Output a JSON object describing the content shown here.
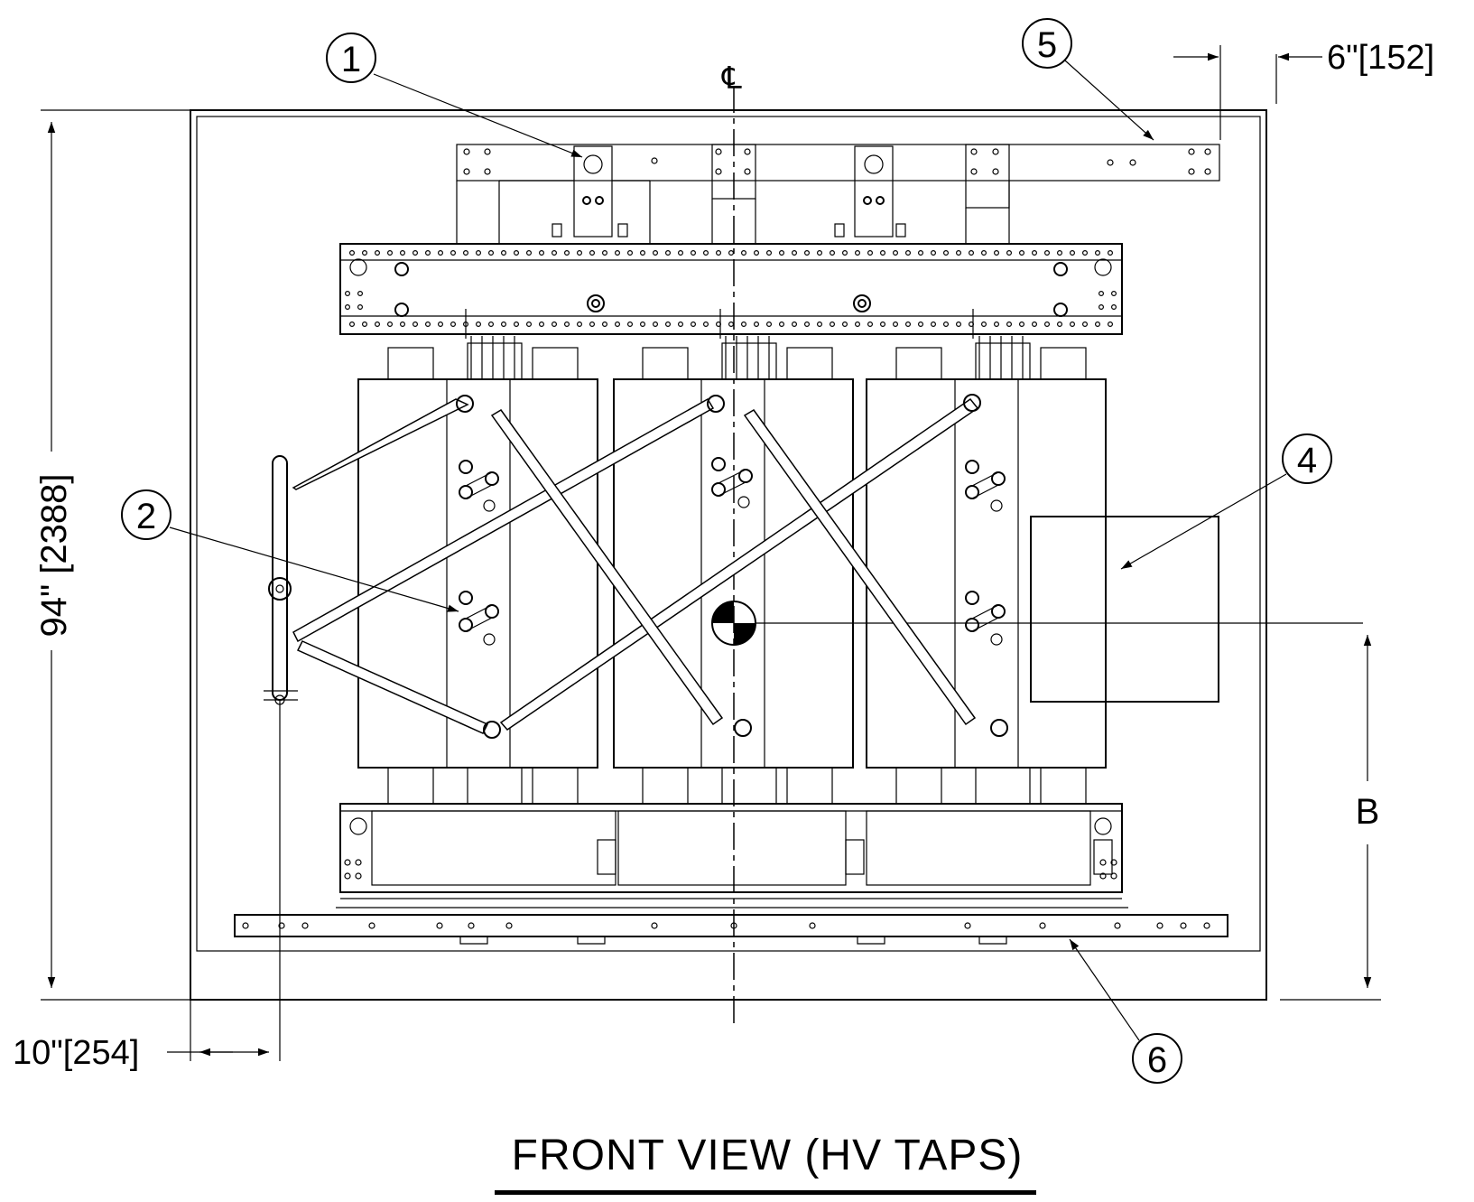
{
  "title": "FRONT VIEW (HV TAPS)",
  "dimensions": {
    "height": "94\" [2388]",
    "left_offset": "10\"[254]",
    "right_offset": "6\"[152]",
    "b_label": "B"
  },
  "centerline_symbol": "℄",
  "callouts": [
    "1",
    "2",
    "4",
    "5",
    "6"
  ]
}
